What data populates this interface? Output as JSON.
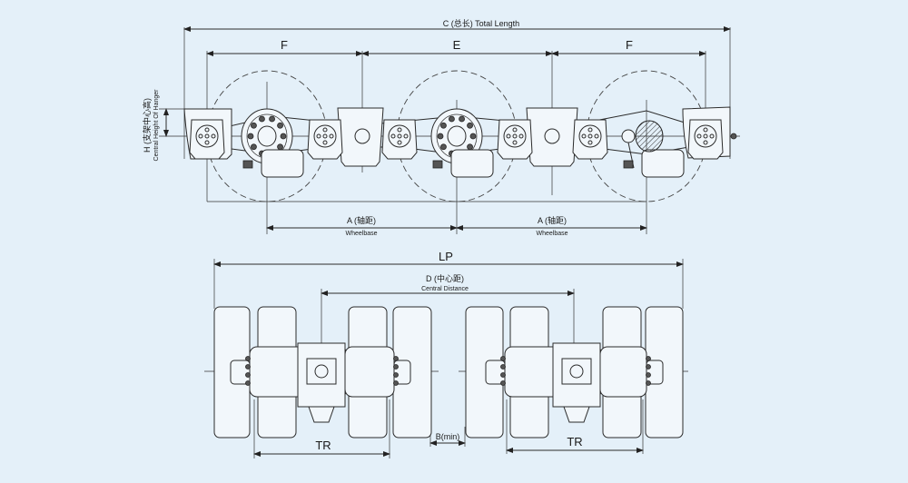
{
  "side_view": {
    "total_length": "C (总长)",
    "total_length_en": "Total Length",
    "dim_f_left": "F",
    "dim_e": "E",
    "dim_f_right": "F",
    "hanger_height": "H (支架中心高)",
    "hanger_height_en": "Central Height Of Hanger",
    "wheelbase_1": "A (轴距)",
    "wheelbase_1_en": "Wheelbase",
    "wheelbase_2": "A (轴距)",
    "wheelbase_2_en": "Wheelbase"
  },
  "top_view": {
    "lp": "LP",
    "central_distance": "D (中心距)",
    "central_distance_en": "Central Distance",
    "track_left": "TR",
    "track_right": "TR",
    "min_gap": "B(min)"
  },
  "colors": {
    "background": "#e4f0f9",
    "line": "#2b2b2b"
  }
}
